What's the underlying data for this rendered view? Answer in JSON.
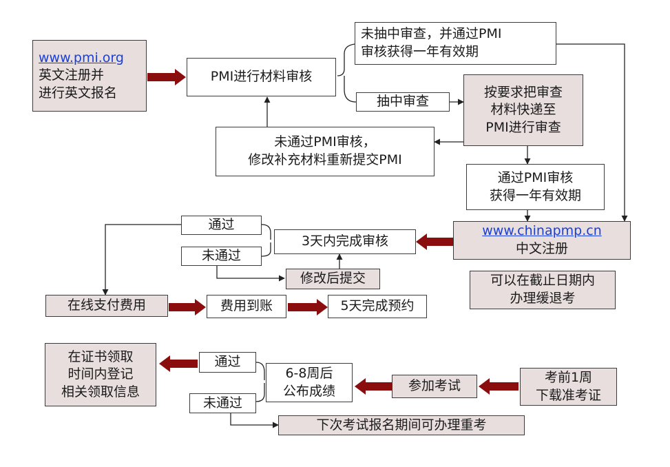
{
  "colors": {
    "box_gray": "#e8dede",
    "arrow_red": "#8b0e0e",
    "link_blue": "#1a3fd6"
  },
  "steps": {
    "register": {
      "link": "www.pmi.org",
      "lines": [
        "英文注册并",
        "进行英文报名"
      ]
    },
    "pmi_review": "PMI进行材料审核",
    "not_audited": [
      "未抽中审查，并通过PMI",
      "审核获得一年有效期"
    ],
    "audited": "抽中审查",
    "send_materials": [
      "按要求把审查",
      "材料快递至",
      "PMI进行审查"
    ],
    "pmi_failed": [
      "未通过PMI审核，",
      "修改补充材料重新提交PMI"
    ],
    "pmi_passed": [
      "通过PMI审核",
      "获得一年有效期"
    ],
    "cn_register": {
      "link": "www.chinapmp.cn",
      "label": "中文注册"
    },
    "deferral": [
      "可以在截止日期内",
      "办理缓退考"
    ],
    "review_3days": "3天内完成审核",
    "passed_1": "通过",
    "failed_1": "未通过",
    "revise_submit": "修改后提交",
    "pay_online": "在线支付费用",
    "payment_received": "费用到账",
    "booking_5days": "5天完成预约",
    "download_ticket": [
      "考前1周",
      "下载准考证"
    ],
    "take_exam": "参加考试",
    "results": [
      "6-8周后",
      "公布成绩"
    ],
    "passed_2": "通过",
    "failed_2": "未通过",
    "certificate": [
      "在证书领取",
      "时间内登记",
      "相关领取信息"
    ],
    "retake": "下次考试报名期间可办理重考"
  }
}
